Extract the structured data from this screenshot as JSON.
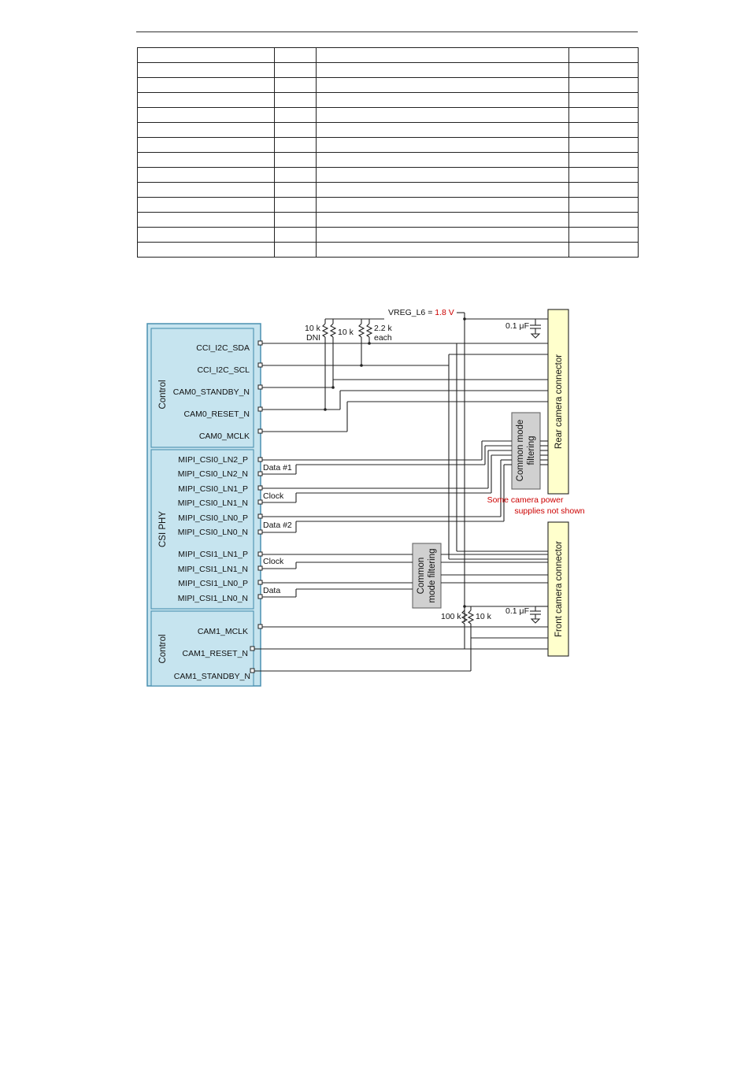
{
  "table": {
    "rows": 14,
    "cols": 4
  },
  "colors": {
    "block_fill": "#c6e4ef",
    "block_stroke": "#4a90b0",
    "connector_fill": "#ffffcc",
    "filter_fill": "#d0d0d0",
    "note": "#cc0000"
  },
  "supply": {
    "label": "VREG_L6 = ",
    "value": "1.8 V"
  },
  "cap_label": "0.1 μF",
  "resistors": {
    "r1a": "10 k",
    "r1b": "DNI",
    "r2": "10 k",
    "r3a": "2.2 k",
    "r3b": "each",
    "r4": "100 k",
    "r5": "10 k"
  },
  "groups": {
    "control_top": "Control",
    "csi_phy": "CSI PHY",
    "control_bottom": "Control"
  },
  "pins": {
    "cci_sda": "CCI_I2C_SDA",
    "cci_scl": "CCI_I2C_SCL",
    "cam0_standby": "CAM0_STANDBY_N",
    "cam0_reset": "CAM0_RESET_N",
    "cam0_mclk": "CAM0_MCLK",
    "csi0_ln2_p": "MIPI_CSI0_LN2_P",
    "csi0_ln2_n": "MIPI_CSI0_LN2_N",
    "csi0_ln1_p": "MIPI_CSI0_LN1_P",
    "csi0_ln1_n": "MIPI_CSI0_LN1_N",
    "csi0_ln0_p": "MIPI_CSI0_LN0_P",
    "csi0_ln0_n": "MIPI_CSI0_LN0_N",
    "csi1_ln1_p": "MIPI_CSI1_LN1_P",
    "csi1_ln1_n": "MIPI_CSI1_LN1_N",
    "csi1_ln0_p": "MIPI_CSI1_LN0_P",
    "csi1_ln0_n": "MIPI_CSI1_LN0_N",
    "cam1_mclk": "CAM1_MCLK",
    "cam1_reset": "CAM1_RESET_N",
    "cam1_standby": "CAM1_STANDBY_N"
  },
  "pair_labels": {
    "data1": "Data #1",
    "clock0": "Clock",
    "data2": "Data #2",
    "clock1": "Clock",
    "data": "Data"
  },
  "filter_top": {
    "line1": "Common mode",
    "line2": "filtering"
  },
  "filter_bottom": {
    "line1": "Common",
    "line2": "mode filtering"
  },
  "connectors": {
    "rear": "Rear camera connector",
    "front": "Front camera connector"
  },
  "note": {
    "line1": "Some camera power",
    "line2": "supplies not shown"
  }
}
